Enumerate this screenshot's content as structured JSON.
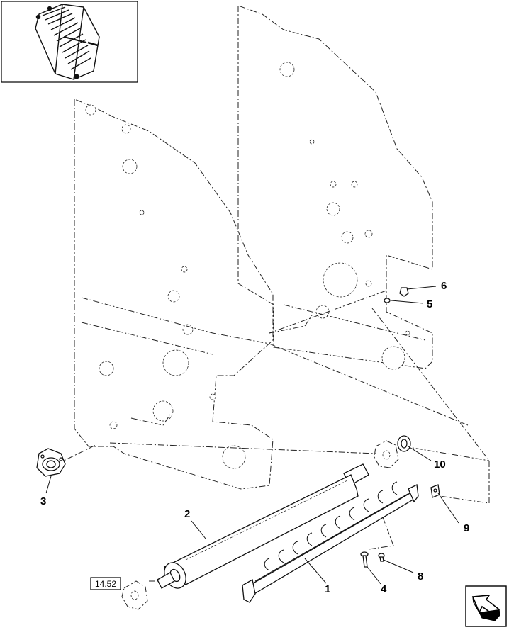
{
  "reference_box": "14.52",
  "callouts": [
    {
      "id": "c1",
      "label": "1"
    },
    {
      "id": "c2",
      "label": "2"
    },
    {
      "id": "c3",
      "label": "3"
    },
    {
      "id": "c4",
      "label": "4"
    },
    {
      "id": "c5",
      "label": "5"
    },
    {
      "id": "c6",
      "label": "6"
    },
    {
      "id": "c8",
      "label": "8"
    },
    {
      "id": "c9",
      "label": "9"
    },
    {
      "id": "c10",
      "label": "10"
    }
  ],
  "icons": {
    "thumbnail": "baler-belt-assembly-thumbnail",
    "navigation": "next-page-arrow-icon"
  }
}
